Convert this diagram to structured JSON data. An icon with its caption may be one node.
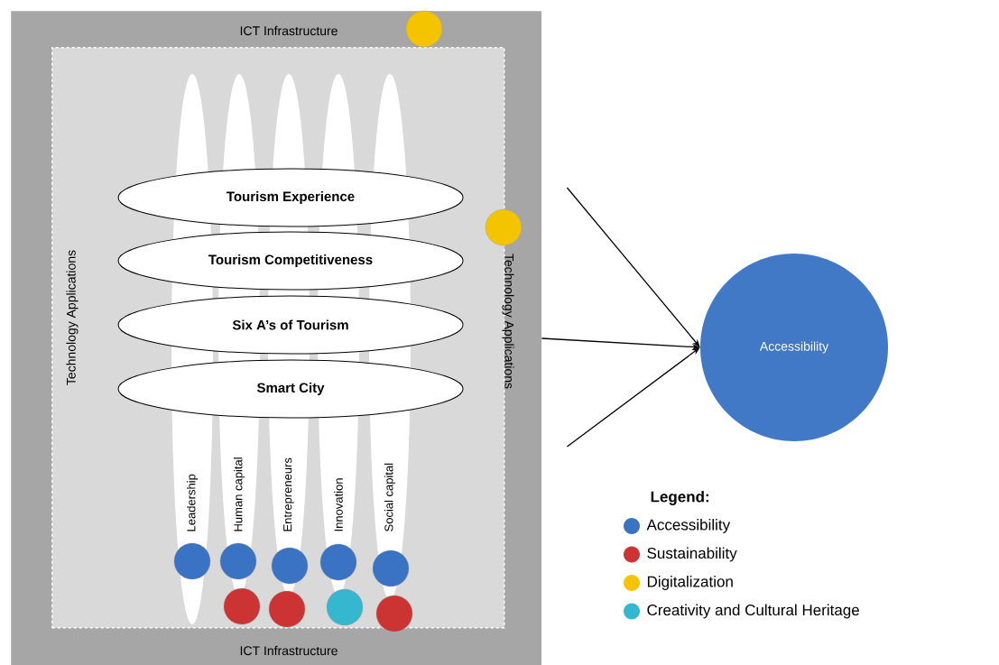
{
  "diagram": {
    "nodes": [
      {
        "text": [
          "ICT Infrastructure",
          "ICT Infrastructure"
        ]
      },
      {
        "text": [
          "Technology Applications",
          "Technology Applications"
        ],
        "in": 0
      },
      {
        "text": [
          "Leadership"
        ],
        "in": 1
      },
      {
        "text": [
          "Human capital"
        ],
        "in": 1
      },
      {
        "text": [
          "Entrepreneurs"
        ],
        "in": 1
      },
      {
        "text": [
          "Innovation"
        ],
        "in": 1
      },
      {
        "text": [
          "Social capital"
        ],
        "in": 1
      },
      {
        "text": [
          "Tourism  Experience"
        ],
        "in": 1
      },
      {
        "text": [
          "Tourism  Competitiveness"
        ],
        "in": 1
      },
      {
        "text": [
          "Six A’s of Tourism"
        ],
        "in": 1
      },
      {
        "text": [
          "Smart  City"
        ],
        "in": 1
      },
      {
        "text": [
          "Accessibility"
        ]
      }
    ],
    "edges": [
      {
        "from": 0,
        "to": 11,
        "arrow": "to"
      },
      {
        "from": 0,
        "to": 11,
        "arrow": "to"
      },
      {
        "from": 0,
        "to": 11,
        "arrow": "to"
      }
    ],
    "labels": [
      "Legend:"
    ],
    "legend": [
      {
        "text": "Accessibility",
        "color": "#3a72c4"
      },
      {
        "text": "Sustainability",
        "color": "#cc3333"
      },
      {
        "text": "Digitalization",
        "color": "#f5c400"
      },
      {
        "text": "Creativity and Cultural Heritage",
        "color": "#35b8cf"
      }
    ]
  }
}
